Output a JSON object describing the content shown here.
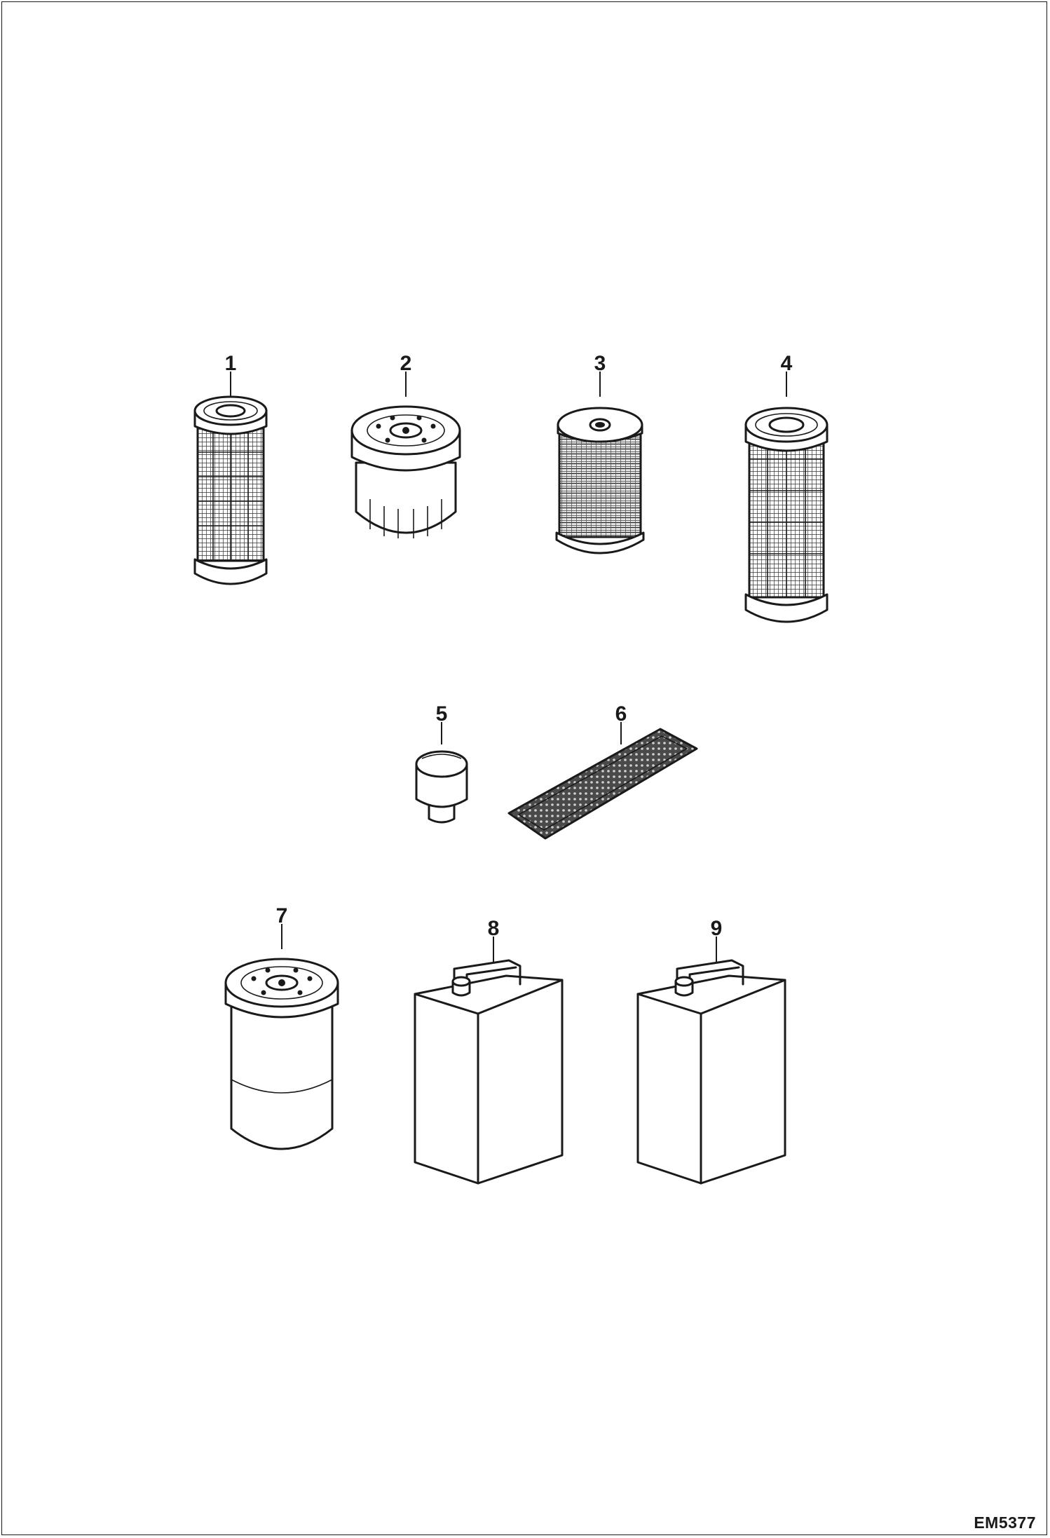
{
  "figure_code": "EM5377",
  "callouts": [
    "1",
    "2",
    "3",
    "4",
    "5",
    "6",
    "7",
    "8",
    "9"
  ]
}
